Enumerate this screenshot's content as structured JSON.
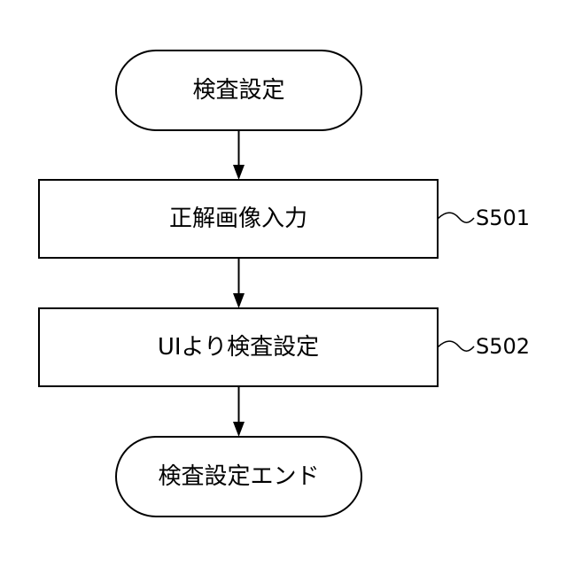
{
  "flowchart": {
    "start": {
      "label": "検査設定"
    },
    "steps": [
      {
        "label": "正解画像入力",
        "step_id": "S501"
      },
      {
        "label": "UIより検査設定",
        "step_id": "S502"
      }
    ],
    "end": {
      "label": "検査設定エンド"
    }
  }
}
